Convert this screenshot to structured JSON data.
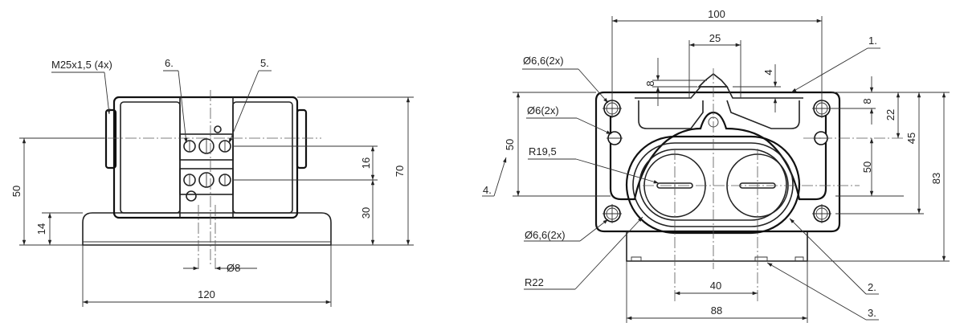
{
  "left_view": {
    "thread_label": "M25x1,5 (4x)",
    "callout_6": "6.",
    "callout_5": "5.",
    "dim_50": "50",
    "dim_14": "14",
    "dim_16": "16",
    "dim_30": "30",
    "dim_70": "70",
    "dim_dia8": "Ø8",
    "dim_120": "120"
  },
  "right_view": {
    "dim_100": "100",
    "dim_25": "25",
    "dim_8_top": "8",
    "dim_4": "4",
    "callout_1": "1.",
    "hole_66_top": "Ø6,6(2x)",
    "hole_6": "Ø6(2x)",
    "dim_50_left": "50",
    "radius_195": "R19,5",
    "callout_4": "4.",
    "hole_66_bottom": "Ø6,6(2x)",
    "radius_22": "R22",
    "dim_40": "40",
    "dim_88": "88",
    "dim_8_right": "8",
    "dim_22": "22",
    "dim_50_right": "50",
    "dim_45": "45",
    "dim_83": "83",
    "callout_2": "2.",
    "callout_3": "3."
  },
  "colors": {
    "line": "#222222",
    "background": "#ffffff"
  }
}
